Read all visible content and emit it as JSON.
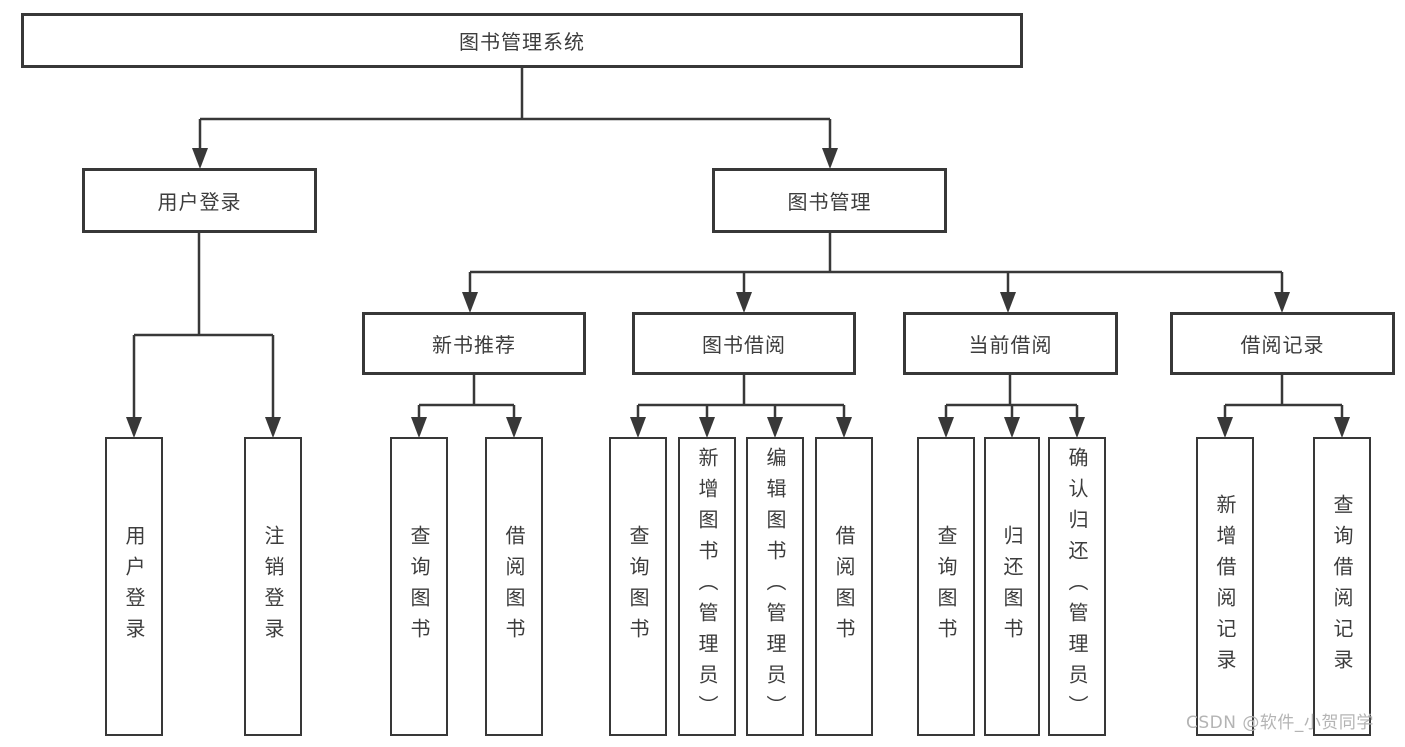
{
  "diagram": {
    "title": "图书管理系统",
    "root": {
      "label": "图书管理系统"
    },
    "level2": [
      {
        "label": "用户登录"
      },
      {
        "label": "图书管理"
      }
    ],
    "level3": [
      {
        "label": "新书推荐"
      },
      {
        "label": "图书借阅"
      },
      {
        "label": "当前借阅"
      },
      {
        "label": "借阅记录"
      }
    ],
    "leaves": [
      {
        "label": "用户登录",
        "parent": "用户登录"
      },
      {
        "label": "注销登录",
        "parent": "用户登录"
      },
      {
        "label": "查询图书",
        "parent": "新书推荐"
      },
      {
        "label": "借阅图书",
        "parent": "新书推荐"
      },
      {
        "label": "查询图书",
        "parent": "图书借阅"
      },
      {
        "label": "新增图书（管理员）",
        "parent": "图书借阅"
      },
      {
        "label": "编辑图书（管理员）",
        "parent": "图书借阅"
      },
      {
        "label": "借阅图书",
        "parent": "图书借阅"
      },
      {
        "label": "查询图书",
        "parent": "当前借阅"
      },
      {
        "label": "归还图书",
        "parent": "当前借阅"
      },
      {
        "label": "确认归还（管理员）",
        "parent": "当前借阅"
      },
      {
        "label": "新增借阅记录",
        "parent": "借阅记录"
      },
      {
        "label": "查询借阅记录",
        "parent": "借阅记录"
      }
    ],
    "line_color": "#383838",
    "text_color": "#3d3d3d",
    "box_background": "#ffffff"
  },
  "watermark": {
    "text": "CSDN @软件_小贺同学",
    "color": "#b4b4b4"
  }
}
